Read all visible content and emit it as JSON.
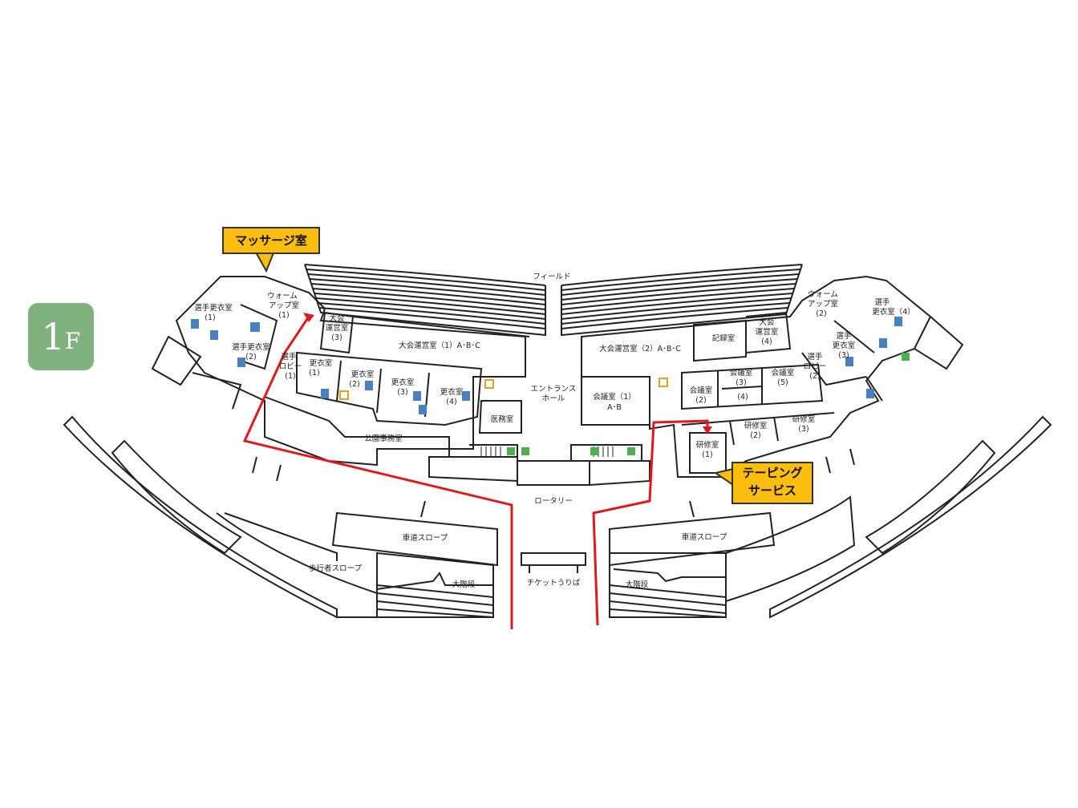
{
  "floor_badge": {
    "number": "1",
    "unit": "F",
    "color": "#7fb27f"
  },
  "callouts": {
    "massage": "マッサージ室",
    "taping_line1": "テーピング",
    "taping_line2": "サービス",
    "color": "#fbbd0e"
  },
  "route_color": "#e0191e",
  "labels": {
    "field": "フィールド",
    "warmup_1_l1": "ウォーム",
    "warmup_1_l2": "アップ室",
    "warmup_1_l3": "(1)",
    "warmup_2_l1": "ウォーム",
    "warmup_2_l2": "アップ室",
    "warmup_2_l3": "(2)",
    "player_locker_1_l1": "選手更衣室",
    "player_locker_1_l2": "(1)",
    "player_locker_2_l1": "選手更衣室",
    "player_locker_2_l2": "(2)",
    "player_lobby_1_l1": "選手",
    "player_lobby_1_l2": "ロビー",
    "player_lobby_1_l3": "(1)",
    "ops_room_3_l1": "大会",
    "ops_room_3_l2": "運営室",
    "ops_room_3_l3": "(3)",
    "ops_room_1": "大会運営室（1）A･B･C",
    "ops_room_2": "大会運営室（2）A･B･C",
    "locker_1_l1": "更衣室",
    "locker_1_l2": "(1)",
    "locker_2_l1": "更衣室",
    "locker_2_l2": "(2)",
    "locker_3_l1": "更衣室",
    "locker_3_l2": "(3)",
    "locker_4_l1": "更衣室",
    "locker_4_l2": "(4)",
    "medical_room": "医務室",
    "public_office": "公園事務室",
    "entrance_l1": "エントランス",
    "entrance_l2": "ホール",
    "meeting_1_l1": "会議室（1）",
    "meeting_1_l2": "A･B",
    "meeting_2_l1": "会議室",
    "meeting_2_l2": "(2)",
    "meeting_3_l1": "会議室",
    "meeting_3_l2": "(3)",
    "meeting_4": "(4)",
    "meeting_5_l1": "会議室",
    "meeting_5_l2": "(5)",
    "record_room": "記録室",
    "ops_room_4_l1": "大会",
    "ops_room_4_l2": "運営室",
    "ops_room_4_l3": "(4)",
    "player_lobby_2_l1": "選手",
    "player_lobby_2_l2": "ロビー",
    "player_lobby_2_l3": "(2)",
    "player_locker_3_l1": "選手",
    "player_locker_3_l2": "更衣室",
    "player_locker_3_l3": "(3)",
    "player_locker_4_l1": "選手",
    "player_locker_4_l2": "更衣室（4）",
    "training_1_l1": "研修室",
    "training_1_l2": "(1)",
    "training_2_l1": "研修室",
    "training_2_l2": "(2)",
    "training_3_l1": "研修室",
    "training_3_l2": "(3)",
    "rotary": "ロータリー",
    "car_slope_left": "車道スロープ",
    "car_slope_right": "車道スロープ",
    "pedestrian_slope": "歩行者スロープ",
    "grand_stairs_left": "大階段",
    "grand_stairs_right": "大階段",
    "ticket_booth": "チケットうりば"
  }
}
